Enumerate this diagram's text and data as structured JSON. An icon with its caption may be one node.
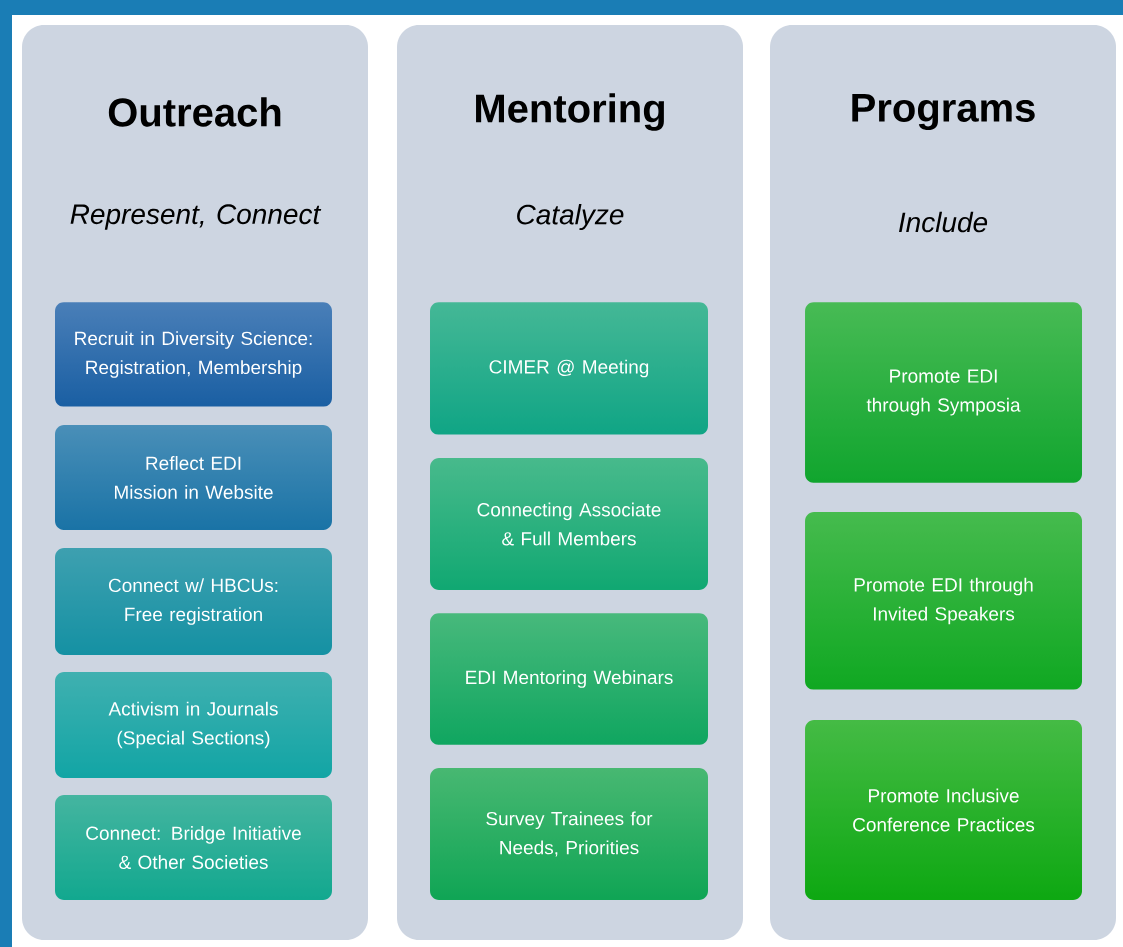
{
  "diagram": {
    "nodes": [
      {
        "text": [
          "Outreach",
          "Represent, Connect"
        ]
      },
      {
        "text": [
          "Recruit in Diversity Science: Registration, Membership"
        ],
        "in": 0
      },
      {
        "text": [
          "Reflect EDI Mission in Website"
        ],
        "in": 0
      },
      {
        "text": [
          "Connect w/ HBCUs: Free registration"
        ],
        "in": 0
      },
      {
        "text": [
          "Activism in Journals (Special Sections)"
        ],
        "in": 0
      },
      {
        "text": [
          "Connect: Bridge Initiative & Other Societies"
        ],
        "in": 0
      },
      {
        "text": [
          "Mentoring",
          "Catalyze"
        ]
      },
      {
        "text": [
          "CIMER @ Meeting"
        ],
        "in": 6
      },
      {
        "text": [
          "Connecting Associate & Full Members"
        ],
        "in": 6
      },
      {
        "text": [
          "EDI Mentoring Webinars"
        ],
        "in": 6
      },
      {
        "text": [
          "Survey Trainees for Needs, Priorities"
        ],
        "in": 6
      },
      {
        "text": [
          "Programs",
          "Include"
        ]
      },
      {
        "text": [
          "Promote EDI through Symposia"
        ],
        "in": 11
      },
      {
        "text": [
          "Promote EDI through Invited Speakers"
        ],
        "in": 11
      },
      {
        "text": [
          "Promote Inclusive Conference Practices"
        ],
        "in": 11
      }
    ]
  }
}
